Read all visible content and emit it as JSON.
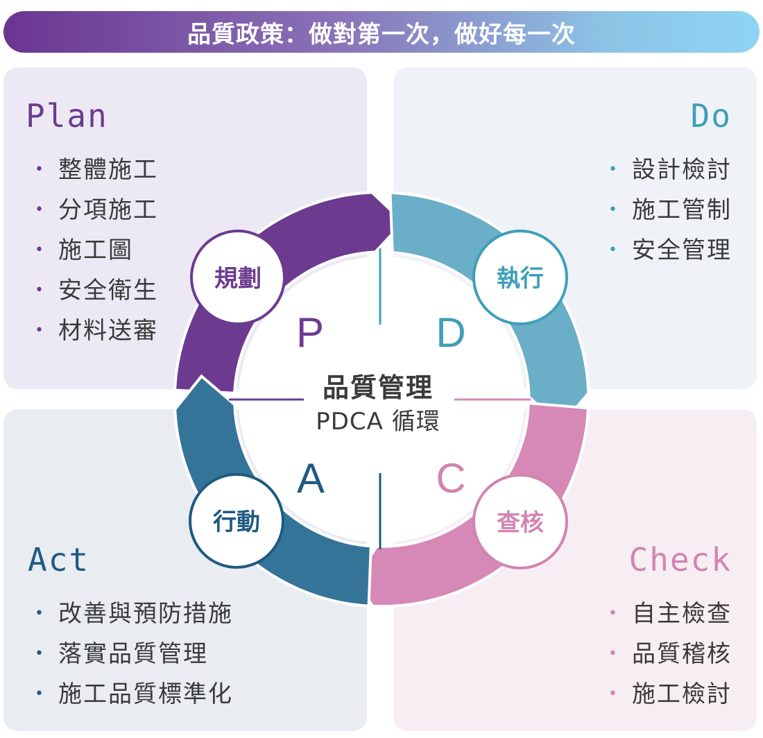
{
  "banner": {
    "title": "品質政策：做對第一次，做好每一次"
  },
  "colors": {
    "plan": "#6c3b8f",
    "do": "#3f9fb9",
    "check": "#d284b0",
    "act": "#1f5a80"
  },
  "plan": {
    "heading": "Plan",
    "items": [
      "整體施工",
      "分項施工",
      "施工圖",
      "安全衛生",
      "材料送審"
    ]
  },
  "do": {
    "heading": "Do",
    "items": [
      "設計檢討",
      "施工管制",
      "安全管理"
    ]
  },
  "act": {
    "heading": "Act",
    "items": [
      "改善與預防措施",
      "落實品質管理",
      "施工品質標準化"
    ]
  },
  "check": {
    "heading": "Check",
    "items": [
      "自主檢查",
      "品質稽核",
      "施工檢討"
    ]
  },
  "cycle": {
    "circles": {
      "plan": "規劃",
      "do": "執行",
      "check": "查核",
      "act": "行動"
    },
    "letters": {
      "p": "P",
      "d": "D",
      "c": "C",
      "a": "A"
    },
    "center_line1": "品質管理",
    "center_line2": "PDCA 循環"
  }
}
